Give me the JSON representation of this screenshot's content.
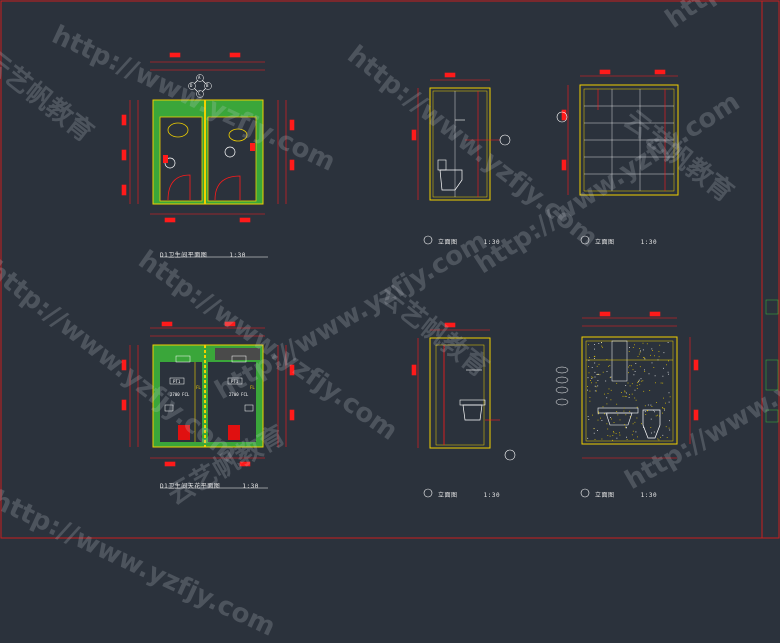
{
  "drawing": {
    "colors": {
      "background": "#2b323c",
      "wall": "#f0d000",
      "hatch": "#3aa63a",
      "dimension": "#ff1a1a",
      "fixture": "#ffffff",
      "border": "#c81e1e"
    },
    "titles": {
      "plan_top": "D1卫生间平面图",
      "plan_top_scale": "1:30",
      "plan_bottom": "D1卫生间天花平面图",
      "plan_bottom_scale": "1:30",
      "elev_a": "立面图",
      "elev_a_scale": "1:30",
      "elev_b": "立面图",
      "elev_b_scale": "1:30",
      "elev_c": "立面图",
      "elev_c_scale": "1:30",
      "elev_d": "立面图",
      "elev_d_scale": "1:30"
    },
    "compass": [
      "A",
      "B",
      "C",
      "D"
    ],
    "ceiling_labels": [
      "2700 FCL",
      "2700 FCL"
    ],
    "tag_labels": [
      "PT1",
      "PT1",
      "FL",
      "FL"
    ]
  },
  "watermarks": {
    "url": "http://www.yzfjy.com",
    "brand": "云艺帆教育"
  }
}
